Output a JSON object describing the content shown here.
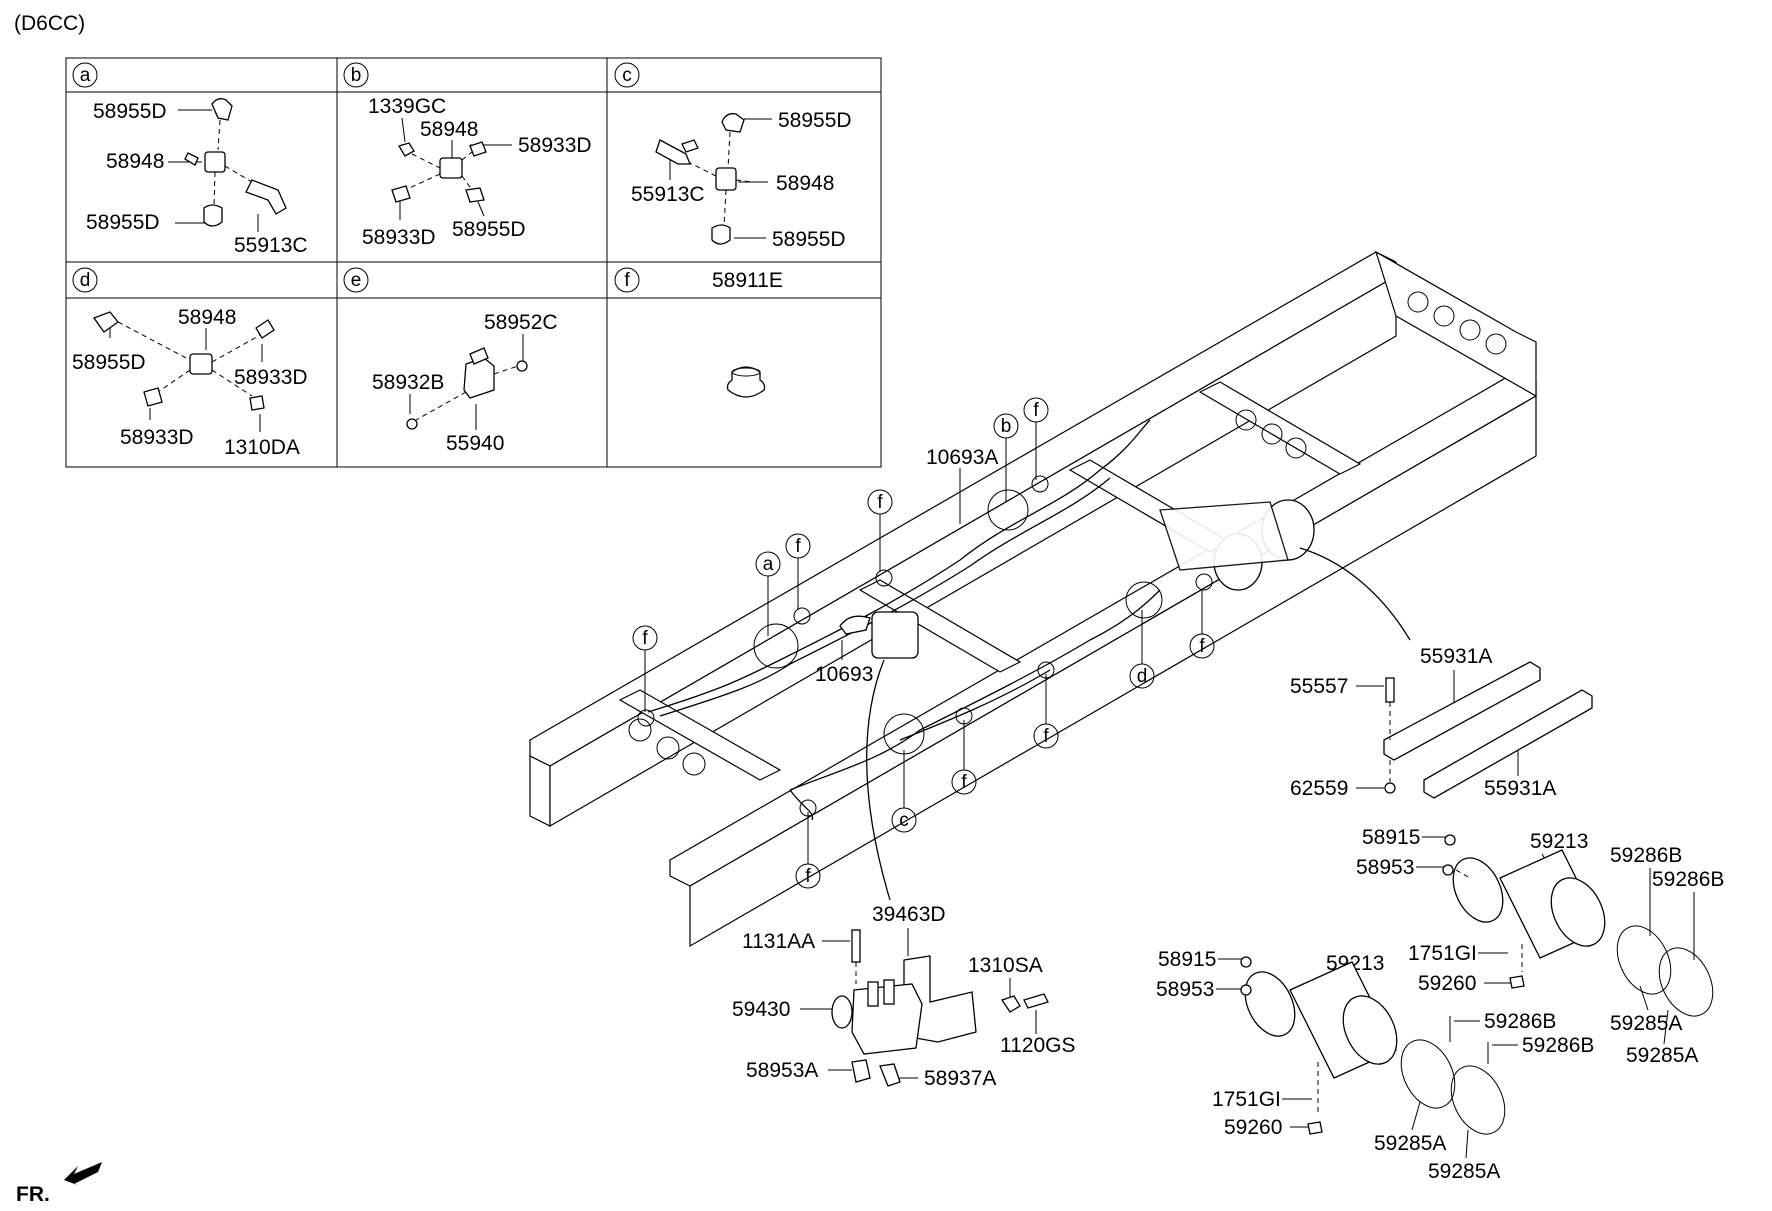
{
  "header": {
    "engine_code": "(D6CC)",
    "front_label": "FR."
  },
  "panels": [
    {
      "letter": "a",
      "parts": [
        "58955D",
        "58948",
        "58955D",
        "55913C"
      ]
    },
    {
      "letter": "b",
      "parts": [
        "1339GC",
        "58948",
        "58933D",
        "58933D",
        "58955D"
      ]
    },
    {
      "letter": "c",
      "parts": [
        "58955D",
        "55913C",
        "58948",
        "58955D"
      ]
    },
    {
      "letter": "d",
      "parts": [
        "58948",
        "58955D",
        "58933D",
        "58933D",
        "1310DA"
      ]
    },
    {
      "letter": "e",
      "parts": [
        "58952C",
        "58932B",
        "55940"
      ]
    },
    {
      "letter": "f",
      "parts": [
        "58911E"
      ]
    }
  ],
  "frame_callouts": {
    "lines_front": "10693A",
    "lines_rear": "10693",
    "letters": [
      "f",
      "b",
      "f",
      "f",
      "a",
      "f",
      "f",
      "f",
      "d",
      "f",
      "f",
      "c",
      "f"
    ]
  },
  "brackets": {
    "bolt": "55557",
    "bracket_upper": "55931A",
    "nut": "62559",
    "bracket_lower": "55931A"
  },
  "valve": {
    "bracket": "39463D",
    "bolt": "1131AA",
    "valve": "59430",
    "nut": "1310SA",
    "bolt2": "1120GS",
    "connector1": "58953A",
    "connector2": "58937A"
  },
  "tank_upper": {
    "plug": "58915",
    "connector": "58953",
    "tank": "59213",
    "drain_plug": "1751GI",
    "valve": "59260",
    "strap_bolt1": "59286B",
    "strap_bolt2": "59286B",
    "strap1": "59285A",
    "strap2": "59285A"
  },
  "tank_lower": {
    "plug": "58915",
    "connector": "58953",
    "tank": "59213",
    "drain_plug": "1751GI",
    "valve": "59260",
    "strap_bolt1": "59286B",
    "strap_bolt2": "59286B",
    "strap1": "59285A",
    "strap2": "59285A"
  }
}
